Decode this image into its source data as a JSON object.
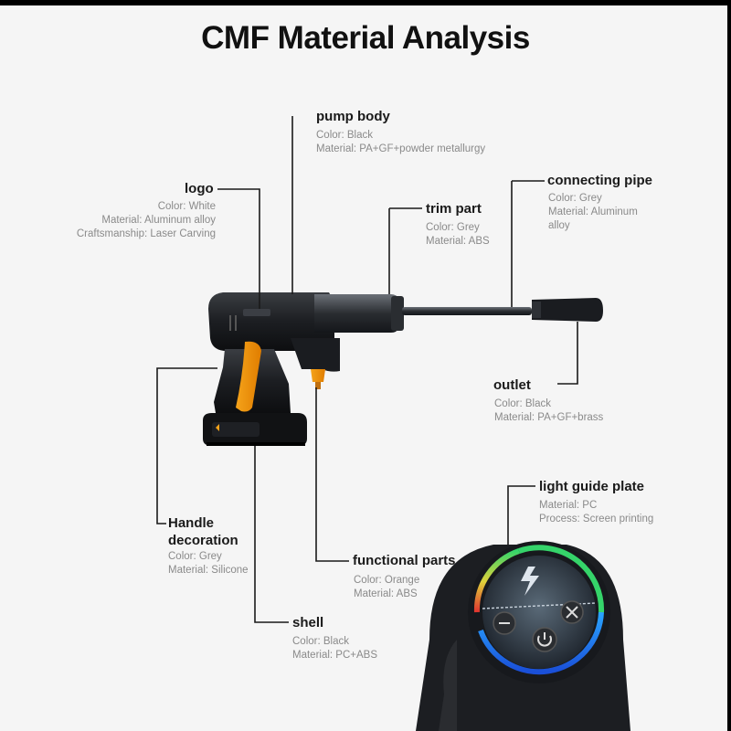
{
  "title": "CMF Material Analysis",
  "parts": {
    "pump_body": {
      "name": "pump body",
      "lines": [
        "Color: Black",
        "Material: PA+GF+powder metallurgy"
      ]
    },
    "logo": {
      "name": "logo",
      "lines": [
        "Color: White",
        "Material: Aluminum alloy",
        "Craftsmanship: Laser Carving"
      ]
    },
    "trim_part": {
      "name": "trim part",
      "lines": [
        "Color: Grey",
        "Material: ABS"
      ]
    },
    "connecting_pipe": {
      "name": "connecting pipe",
      "lines": [
        "Color: Grey",
        "Material: Aluminum",
        "alloy"
      ]
    },
    "outlet": {
      "name": "outlet",
      "lines": [
        "Color: Black",
        "Material: PA+GF+brass"
      ]
    },
    "light_guide_plate": {
      "name": "light guide plate",
      "lines": [
        "Material: PC",
        "Process: Screen printing"
      ]
    },
    "handle_decoration": {
      "name_lines": [
        "Handle",
        "decoration"
      ],
      "lines": [
        "Color: Grey",
        "Material: Silicone"
      ]
    },
    "functional_parts": {
      "name": "functional parts",
      "lines": [
        "Color: Orange",
        "Material: ABS"
      ]
    },
    "shell": {
      "name": "shell",
      "lines": [
        "Color: Black",
        "Material: PC+ABS"
      ]
    }
  },
  "colors": {
    "background": "#f5f5f5",
    "label_text": "#1a1a1a",
    "spec_text": "#8a8a8a",
    "accent_orange": "#f5a31a",
    "product_black": "#1c1e22"
  }
}
